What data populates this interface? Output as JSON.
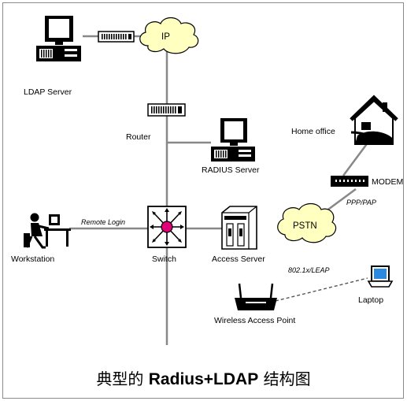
{
  "labels": {
    "ip": "IP",
    "ldap_server": "LDAP Server",
    "router": "Router",
    "radius_server": "RADIUS Server",
    "home_office": "Home office",
    "modem": "MODEM",
    "ppp_pap": "PPP/PAP",
    "pstn": "PSTN",
    "remote_login": "Remote Login",
    "workstation": "Workstation",
    "switch": "Switch",
    "access_server": "Access Server",
    "wifi_proto": "802.1x/LEAP",
    "laptop": "Laptop",
    "wireless_ap": "Wireless Access Point"
  },
  "caption": {
    "prefix": "典型的 ",
    "bold": "Radius+LDAP",
    "suffix": " 结构图"
  },
  "colors": {
    "line": "#888888",
    "switch_hub": "#e0007a",
    "cloud_fill": "#ffffc0",
    "device_dark": "#000000"
  }
}
